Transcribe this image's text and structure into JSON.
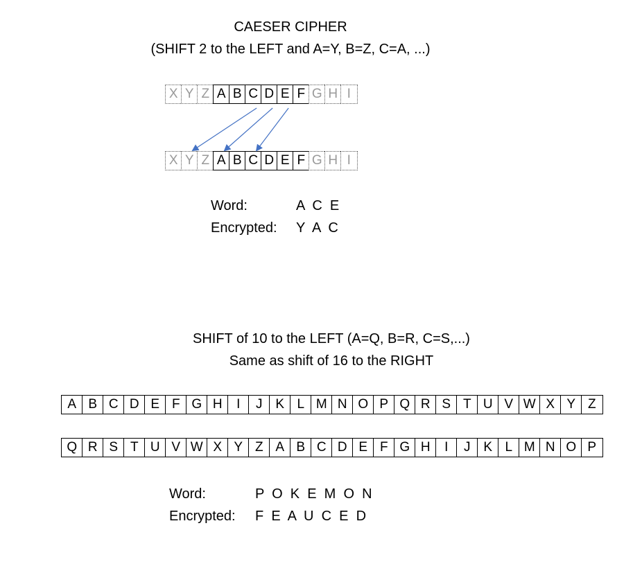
{
  "section1": {
    "title": "CAESER CIPHER",
    "subtitle": "(SHIFT 2 to the LEFT and A=Y, B=Z, C=A, ...)",
    "row_plain": [
      {
        "ch": "X",
        "faded": true
      },
      {
        "ch": "Y",
        "faded": true
      },
      {
        "ch": "Z",
        "faded": true
      },
      {
        "ch": "A",
        "faded": false
      },
      {
        "ch": "B",
        "faded": false
      },
      {
        "ch": "C",
        "faded": false
      },
      {
        "ch": "D",
        "faded": false
      },
      {
        "ch": "E",
        "faded": false
      },
      {
        "ch": "F",
        "faded": false
      },
      {
        "ch": "G",
        "faded": true
      },
      {
        "ch": "H",
        "faded": true
      },
      {
        "ch": "I",
        "faded": true
      }
    ],
    "row_cipher": [
      {
        "ch": "X",
        "faded": true
      },
      {
        "ch": "Y",
        "faded": true
      },
      {
        "ch": "Z",
        "faded": true
      },
      {
        "ch": "A",
        "faded": false
      },
      {
        "ch": "B",
        "faded": false
      },
      {
        "ch": "C",
        "faded": false
      },
      {
        "ch": "D",
        "faded": false
      },
      {
        "ch": "E",
        "faded": false
      },
      {
        "ch": "F",
        "faded": false
      },
      {
        "ch": "G",
        "faded": true
      },
      {
        "ch": "H",
        "faded": true
      },
      {
        "ch": "I",
        "faded": true
      }
    ],
    "arrows": [
      {
        "from": "C",
        "to": "Y"
      },
      {
        "from": "D",
        "to": "A"
      },
      {
        "from": "E",
        "to": "C"
      }
    ],
    "word_label": "Word:",
    "word_value": "A  C  E",
    "encrypted_label": "Encrypted:",
    "encrypted_value": "Y  A  C",
    "arrow_color": "#4472C4"
  },
  "section2": {
    "title": "SHIFT of 10 to the LEFT (A=Q, B=R, C=S,...)",
    "subtitle": "Same as shift of 16 to the RIGHT",
    "row_plain": [
      "A",
      "B",
      "C",
      "D",
      "E",
      "F",
      "G",
      "H",
      "I",
      "J",
      "K",
      "L",
      "M",
      "N",
      "O",
      "P",
      "Q",
      "R",
      "S",
      "T",
      "U",
      "V",
      "W",
      "X",
      "Y",
      "Z"
    ],
    "row_cipher": [
      "Q",
      "R",
      "S",
      "T",
      "U",
      "V",
      "W",
      "X",
      "Y",
      "Z",
      "A",
      "B",
      "C",
      "D",
      "E",
      "F",
      "G",
      "H",
      "I",
      "J",
      "K",
      "L",
      "M",
      "N",
      "O",
      "P"
    ],
    "word_label": "Word:",
    "word_value": "P  O  K  E  M  O  N",
    "encrypted_label": "Encrypted:",
    "encrypted_value": "F  E  A  U  C  E  D"
  }
}
